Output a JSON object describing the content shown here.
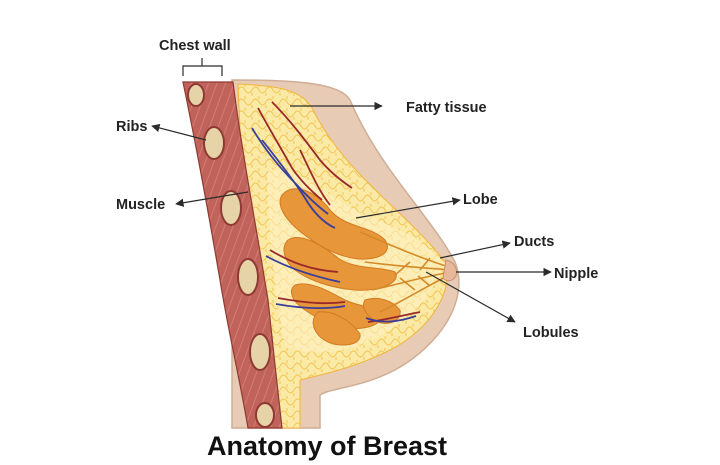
{
  "title": "Anatomy of Breast",
  "labels": {
    "chest_wall": "Chest wall",
    "ribs": "Ribs",
    "muscle": "Muscle",
    "fatty_tissue": "Fatty tissue",
    "lobe": "Lobe",
    "ducts": "Ducts",
    "nipple": "Nipple",
    "lobules": "Lobules"
  },
  "colors": {
    "skin": "#e8cbb4",
    "fat_light": "#fbe9a6",
    "fat_line": "#f4c54a",
    "muscle": "#b95a52",
    "muscle_light": "#d98a80",
    "rib": "#e6d4a8",
    "lobe": "#e7963a",
    "artery": "#9a2a2a",
    "vein": "#3a3f9a",
    "leader": "#2b2b2b"
  }
}
